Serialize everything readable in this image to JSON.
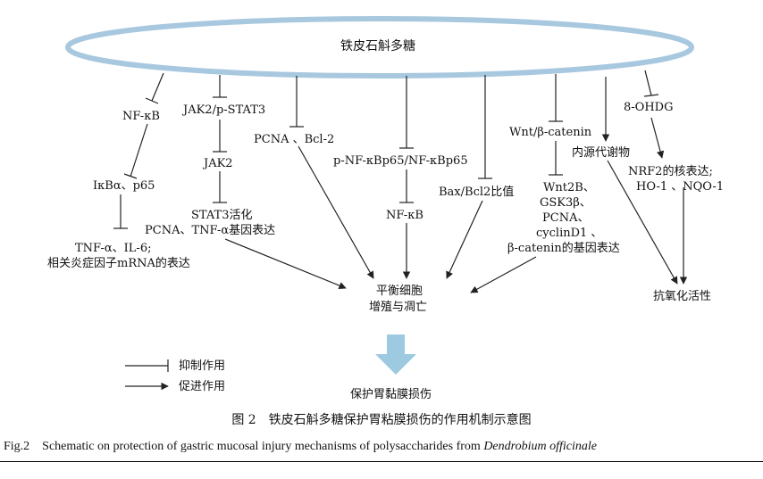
{
  "center": "铁皮石斛多糖",
  "nodes": {
    "nfkb1": "NF-κB",
    "ikba": "IκBα、p65",
    "tnf_l1": "TNF-α、IL-6;",
    "tnf_l2": "相关炎症因子mRNA的表达",
    "jak2p": "JAK2/p-STAT3",
    "jak2": "JAK2",
    "stat3_l1": "STAT3活化",
    "stat3_l2": "PCNA、TNF-α基因表达",
    "pcna": "PCNA 、Bcl-2",
    "pnfkb": "p-NF-κBp65/NF-κBp65",
    "nfkb2": "NF-κB",
    "bax": "Bax/Bcl2比值",
    "wnt": "Wnt/β-catenin",
    "wnt2b_1": "Wnt2B、",
    "wnt2b_2": "GSK3β、",
    "wnt2b_3": "PCNA、",
    "wnt2b_4": "cyclinD1 、",
    "wnt2b_5": "β-catenin的基因表达",
    "endo": "内源代谢物",
    "ohdg": "8-OHDG",
    "nrf2_l1": "NRF2的核表达;",
    "nrf2_l2": "HO-1 、NQO-1",
    "balance_l1": "平衡细胞",
    "balance_l2": "增殖与凋亡",
    "antiox": "抗氧化活性",
    "protect": "保护胃黏膜损伤"
  },
  "legend": {
    "inhibit": "抑制作用",
    "promote": "促进作用"
  },
  "caption_cn": "图 2　铁皮石斛多糖保护胃粘膜损伤的作用机制示意图",
  "caption_en_main": "Fig.2　Schematic on protection of gastric mucosal injury mechanisms of polysaccharides from ",
  "caption_en_italic": "Dendrobium officinale",
  "colors": {
    "ellipse": "#a7c8df",
    "arrow_big": "#9ecae1",
    "line": "#222222"
  }
}
